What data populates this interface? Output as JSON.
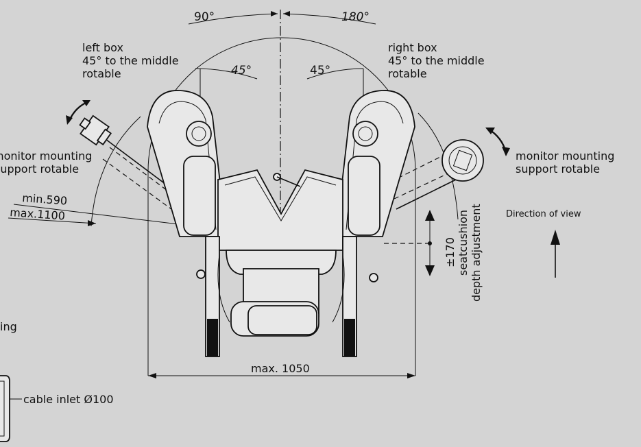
{
  "labels": {
    "angle_top_left": "90°",
    "angle_top_right": "180°",
    "angle_inner_left": "45°",
    "angle_inner_right": "45°",
    "left_box_line1": "left box",
    "left_box_line2": "45° to the middle",
    "left_box_line3": "rotable",
    "right_box_line1": "right box",
    "right_box_line2": "45° to the middle",
    "right_box_line3": "rotable",
    "monitor_left_line1": "monitor mounting",
    "monitor_left_line2": "support rotable",
    "monitor_right_line1": "monitor mounting",
    "monitor_right_line2": "support rotable",
    "min_reach": "min.590",
    "max_reach": "max.1100",
    "direction_of_view": "Direction of view",
    "seat_adjust_line1": "±170",
    "seat_adjust_line2": "seatcushion",
    "seat_adjust_line3": "depth adjustment",
    "max_width": "max. 1050",
    "cable_inlet": "cable inlet Ø100",
    "partial_left_text": "ing"
  }
}
